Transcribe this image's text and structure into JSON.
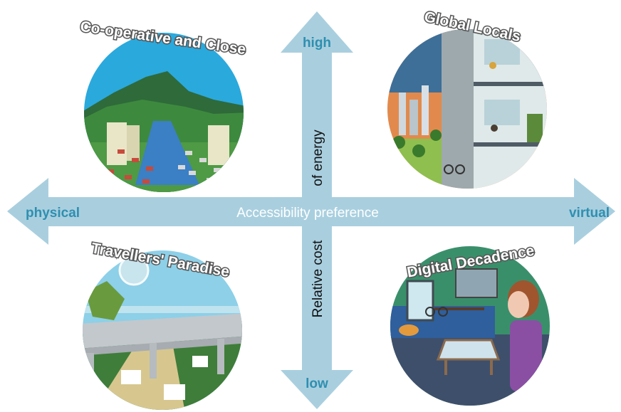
{
  "axes": {
    "horizontal": {
      "left_label": "physical",
      "right_label": "virtual",
      "center_label": "Accessibility preference"
    },
    "vertical": {
      "top_label": "high",
      "bottom_label": "low",
      "upper_label": "of energy",
      "lower_label": "Relative cost"
    }
  },
  "quadrants": {
    "top_left": "Co-operative and Close",
    "top_right": "Global Locals",
    "bottom_left": "Travellers' Paradise",
    "bottom_right": "Digital Decadence"
  },
  "colors": {
    "arrow": "#a9cfdf",
    "arrow_text": "#2f8fb0",
    "axis_text_dark": "#111111",
    "sky": "#2aa9dd",
    "mountain": "#2f6a3a",
    "grass": "#3d8a3e"
  }
}
